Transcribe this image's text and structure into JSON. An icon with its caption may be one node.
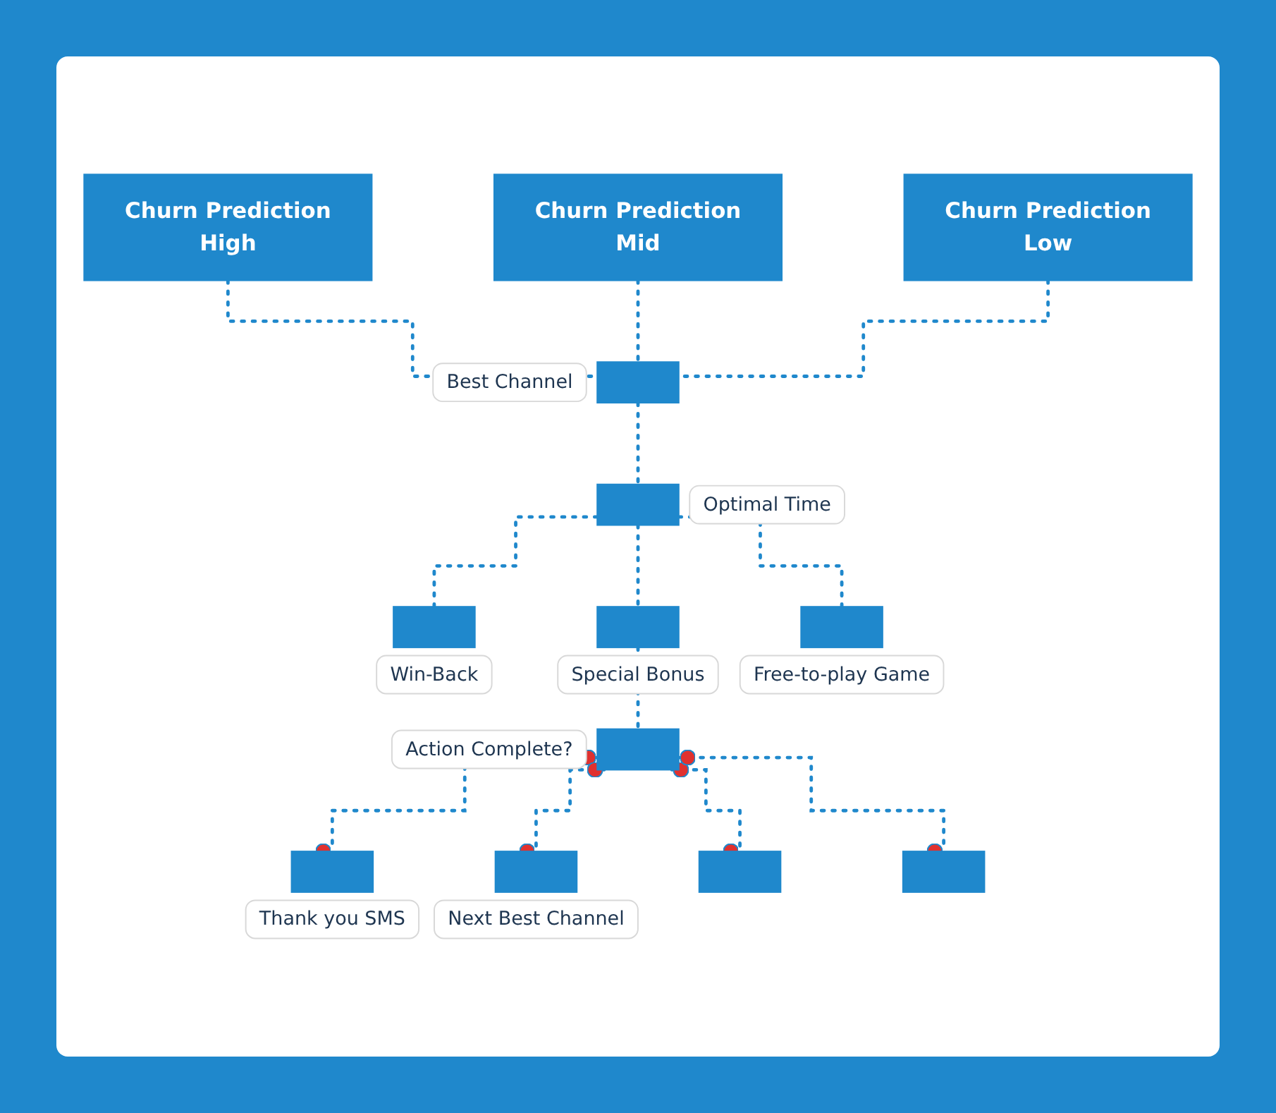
{
  "diagram": {
    "nodes": [
      {
        "text": [
          "Churn Prediction",
          "High"
        ]
      },
      {
        "text": [
          "Churn Prediction",
          "Mid"
        ]
      },
      {
        "text": [
          "Churn Prediction",
          "Low"
        ]
      },
      {
        "text": [],
        "shape": "box",
        "beside": [
          "Best Channel"
        ]
      },
      {
        "text": [],
        "shape": "box",
        "beside": [
          "Optimal Time"
        ]
      },
      {
        "text": [],
        "shape": "box",
        "beside": [
          "Win-Back"
        ]
      },
      {
        "text": [],
        "shape": "box",
        "beside": [
          "Special Bonus"
        ]
      },
      {
        "text": [],
        "shape": "box",
        "beside": [
          "Free-to-play Game"
        ]
      },
      {
        "text": [],
        "shape": "box",
        "beside": [
          "Action Complete?"
        ]
      },
      {
        "text": [],
        "shape": "box",
        "beside": [
          "Thank you SMS"
        ]
      },
      {
        "text": [],
        "shape": "box",
        "beside": [
          "Next Best Channel"
        ]
      },
      {
        "text": [],
        "shape": "box"
      },
      {
        "text": [],
        "shape": "box"
      }
    ],
    "edges": [
      {
        "from": 0,
        "to": 3,
        "arrow": "none",
        "style": "dashed"
      },
      {
        "from": 1,
        "to": 3,
        "arrow": "none",
        "style": "dashed"
      },
      {
        "from": 2,
        "to": 3,
        "arrow": "none",
        "style": "dashed"
      },
      {
        "from": 3,
        "to": 4,
        "arrow": "none",
        "style": "dashed"
      },
      {
        "from": 4,
        "to": 5,
        "arrow": "none",
        "style": "dashed"
      },
      {
        "from": 4,
        "to": 6,
        "arrow": "none",
        "style": "dashed"
      },
      {
        "from": 4,
        "to": 7,
        "arrow": "none",
        "style": "dashed"
      },
      {
        "from": 6,
        "to": 8,
        "arrow": "none",
        "style": "dashed"
      },
      {
        "from": 8,
        "to": 9,
        "arrow": "other",
        "style": "dashed"
      },
      {
        "from": 8,
        "to": 10,
        "arrow": "other",
        "style": "dashed"
      },
      {
        "from": 8,
        "to": 11,
        "arrow": "other",
        "style": "dashed"
      },
      {
        "from": 8,
        "to": 12,
        "arrow": "other",
        "style": "dashed"
      }
    ]
  }
}
